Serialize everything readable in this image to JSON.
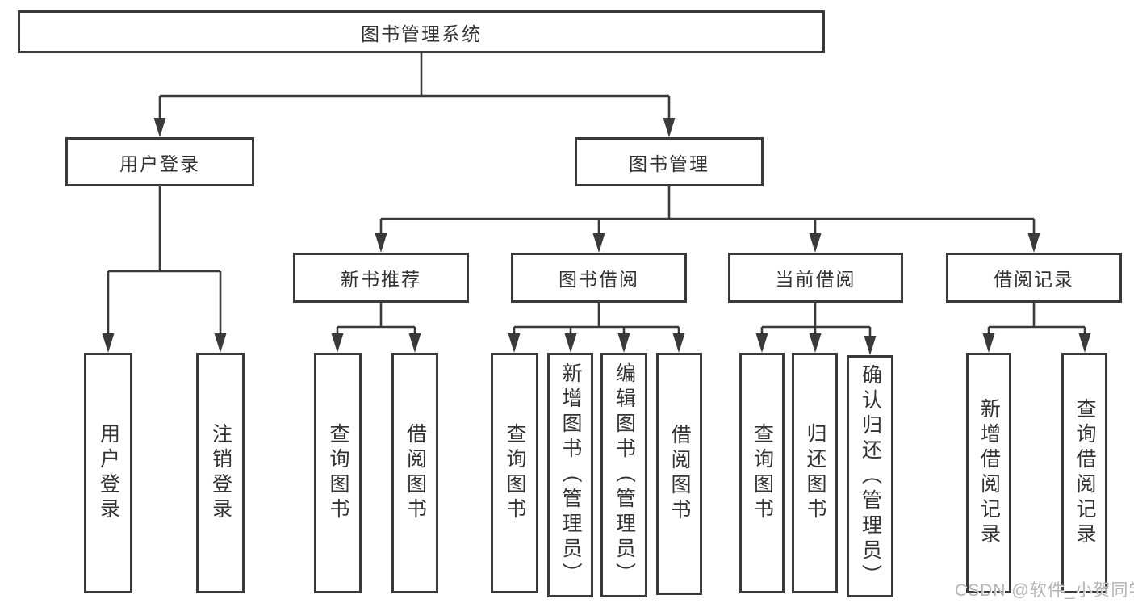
{
  "diagram": {
    "root_label": "图书管理系统",
    "level2": {
      "user": "用户登录",
      "book": "图书管理"
    },
    "level3": {
      "recommend": "新书推荐",
      "borrow": "图书借阅",
      "current": "当前借阅",
      "records": "借阅记录"
    },
    "leaves": {
      "user_login": [
        "用户登录",
        "注销登录"
      ],
      "recommend": [
        "查询图书",
        "借阅图书"
      ],
      "borrow": [
        "查询图书",
        "新增图书（管理员）",
        "编辑图书（管理员）",
        "借阅图书"
      ],
      "current": [
        "查询图书",
        "归还图书",
        "确认归还（管理员）"
      ],
      "records": [
        "新增借阅记录",
        "查询借阅记录"
      ]
    }
  },
  "watermark": {
    "text": "CSDN @软件_小贺同学",
    "color": "#b4b4b4"
  },
  "colors": {
    "line": "#3a3a3a",
    "text": "#333333",
    "background": "#ffffff"
  }
}
